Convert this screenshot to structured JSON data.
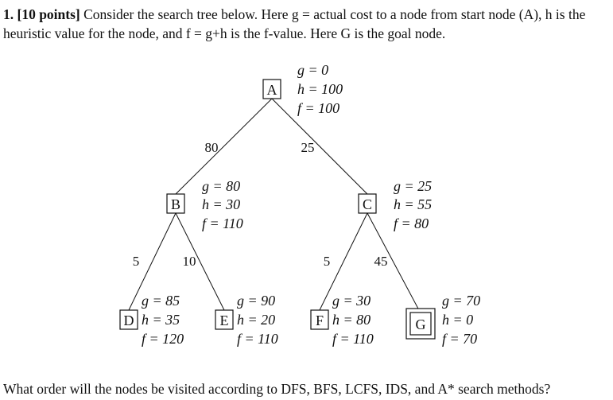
{
  "question": {
    "number": "1.",
    "points": "[10 points]",
    "text": " Consider the search tree below. Here g = actual cost to a node from start node (A), h is the heuristic value for the node, and f = g+h is the f-value. Here G is the goal node."
  },
  "nodes": [
    {
      "id": "A",
      "g": "g = 0",
      "h": "h = 100",
      "f": "f = 100"
    },
    {
      "id": "B",
      "g": "g = 80",
      "h": "h = 30",
      "f": "f = 110"
    },
    {
      "id": "C",
      "g": "g = 25",
      "h": "h = 55",
      "f": "f = 80"
    },
    {
      "id": "D",
      "g": "g = 85",
      "h": "h = 35",
      "f": "f = 120"
    },
    {
      "id": "E",
      "g": "g = 90",
      "h": "h = 20",
      "f": "f = 110"
    },
    {
      "id": "F",
      "g": "g = 30",
      "h": "h = 80",
      "f": "f = 110"
    },
    {
      "id": "G",
      "g": "g = 70",
      "h": "h = 0",
      "f": "f = 70"
    }
  ],
  "edges": [
    {
      "from": "A",
      "to": "B",
      "cost": "80"
    },
    {
      "from": "A",
      "to": "C",
      "cost": "25"
    },
    {
      "from": "B",
      "to": "D",
      "cost": "5"
    },
    {
      "from": "B",
      "to": "E",
      "cost": "10"
    },
    {
      "from": "C",
      "to": "F",
      "cost": "5"
    },
    {
      "from": "C",
      "to": "G",
      "cost": "45"
    }
  ],
  "footer": "What order will the nodes be visited according to DFS, BFS, LCFS, IDS, and A* search methods?"
}
